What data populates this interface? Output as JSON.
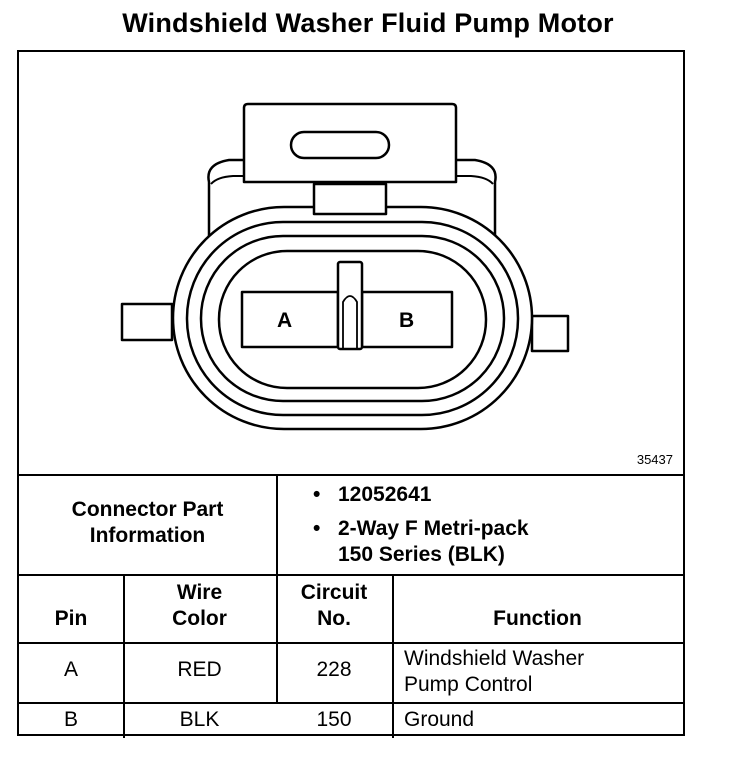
{
  "title": "Windshield Washer Fluid Pump Motor",
  "figure_number": "35437",
  "connector": {
    "cavity_labels": [
      "A",
      "B"
    ]
  },
  "connector_info": {
    "label_line1": "Connector Part",
    "label_line2": "Information",
    "bullets": [
      {
        "symbol": "•",
        "lines": [
          "12052641"
        ]
      },
      {
        "symbol": "•",
        "lines": [
          "2-Way F Metri-pack",
          "150 Series (BLK)"
        ]
      }
    ]
  },
  "table": {
    "headers": {
      "pin": "Pin",
      "wire_color_line1": "Wire",
      "wire_color_line2": "Color",
      "circuit_line1": "Circuit",
      "circuit_line2": "No.",
      "function": "Function"
    },
    "rows": [
      {
        "pin": "A",
        "wire_color": "RED",
        "circuit": "228",
        "function_line1": "Windshield Washer",
        "function_line2": "Pump Control"
      },
      {
        "pin": "B",
        "wire_color": "BLK",
        "circuit": "150",
        "function_line1": "Ground",
        "function_line2": ""
      }
    ]
  }
}
